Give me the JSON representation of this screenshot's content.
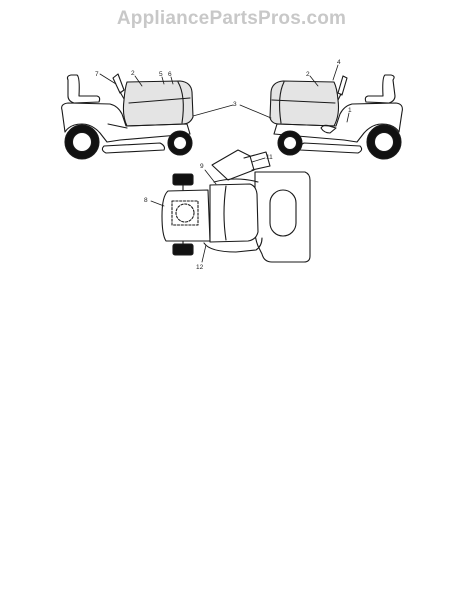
{
  "watermark": {
    "text": "AppliancePartsPros.com"
  },
  "callouts": {
    "c1": "1",
    "c2": "2",
    "c3": "3",
    "c4": "4",
    "c5": "5",
    "c6": "6",
    "c7": "7",
    "c8": "8",
    "c9": "9",
    "c11": "11",
    "c12": "12"
  },
  "colors": {
    "line": "#1a1a1a",
    "hood_fill": "#e4e4e4",
    "tire_fill": "#111111",
    "watermark": "#c8c8c8"
  }
}
